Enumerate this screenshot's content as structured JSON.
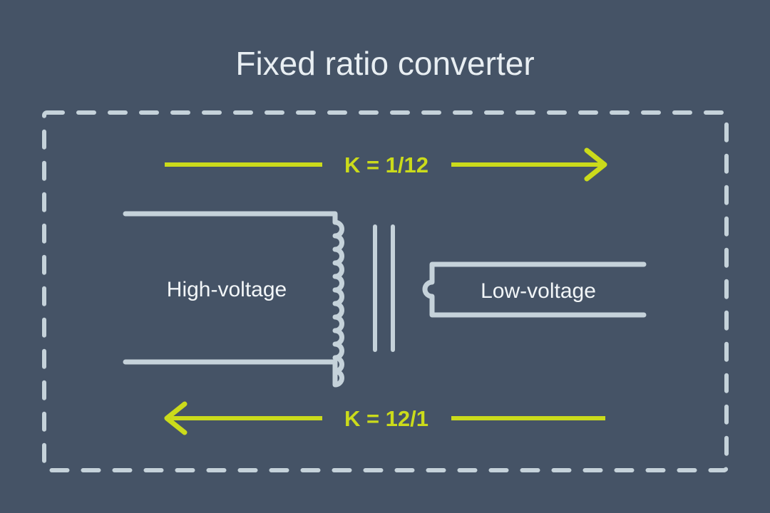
{
  "page": {
    "title": "Fixed ratio converter",
    "background_color": "#455366"
  },
  "colors": {
    "background": "#455366",
    "wire": "#c5d2da",
    "title_text": "#e8eef2",
    "label_text": "#f2f6f8",
    "accent_yellow_green": "#cbdb1b",
    "frame": "#c5d2da"
  },
  "frame": {
    "style": "dashed-rounded-rectangle"
  },
  "arrows": {
    "top": {
      "label": "K = 1/12",
      "direction": "right",
      "color": "#cbdb1b"
    },
    "bottom": {
      "label": "K = 12/1",
      "direction": "left",
      "color": "#cbdb1b"
    }
  },
  "transformer": {
    "primary": {
      "label": "High-voltage",
      "turns": 12,
      "side": "left"
    },
    "secondary": {
      "label": "Low-voltage",
      "turns": 1,
      "side": "right"
    },
    "core": {
      "lines": 2
    }
  }
}
